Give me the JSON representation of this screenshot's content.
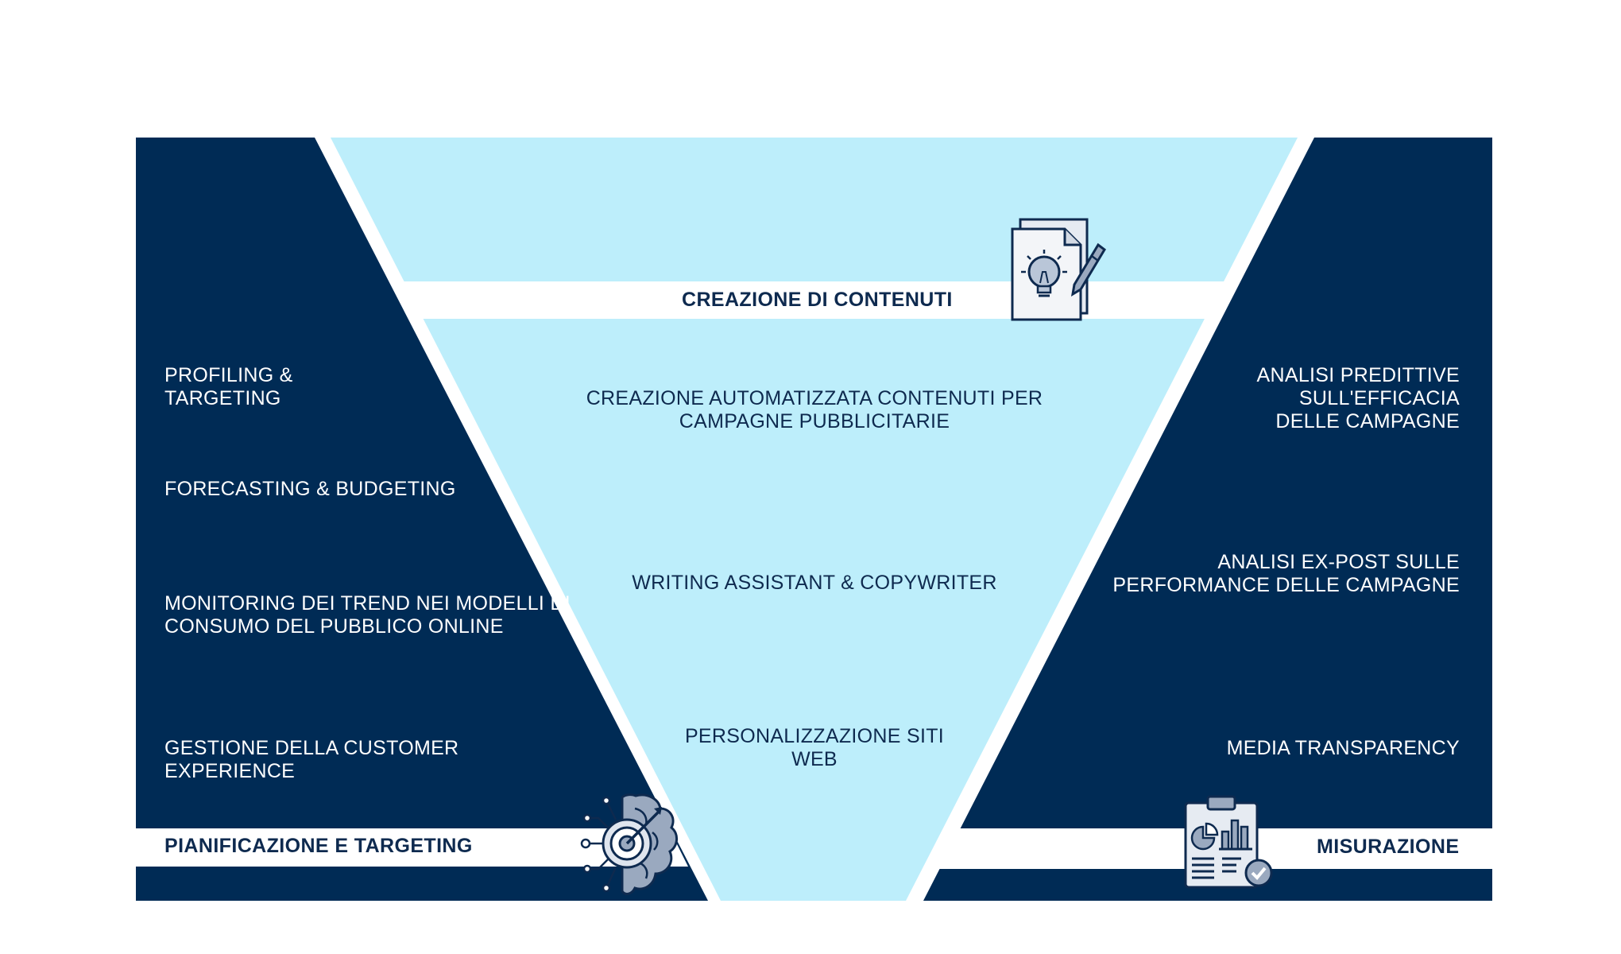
{
  "colors": {
    "navy": "#002b55",
    "light_blue": "#bdeefb",
    "white": "#ffffff",
    "text_navy": "#0e2a4f"
  },
  "sections": {
    "top": {
      "title": "CREAZIONE DI CONTENUTI",
      "icon": "lightbulb-document-pencil-icon",
      "items": [
        "CREAZIONE AUTOMATIZZATA CONTENUTI PER\nCAMPAGNE PUBBLICITARIE",
        "WRITING ASSISTANT & COPYWRITER",
        "PERSONALIZZAZIONE SITI\nWEB"
      ]
    },
    "left": {
      "title": "PIANIFICAZIONE E TARGETING",
      "icon": "brain-target-icon",
      "items": [
        "PROFILING &\nTARGETING",
        "FORECASTING & BUDGETING",
        "MONITORING DEI TREND NEI MODELLI DI\nCONSUMO DEL PUBBLICO ONLINE",
        "GESTIONE DELLA CUSTOMER\nEXPERIENCE"
      ]
    },
    "right": {
      "title": "MISURAZIONE",
      "icon": "clipboard-chart-check-icon",
      "items": [
        "ANALISI PREDITTIVE\nSULL'EFFICACIA\nDELLE CAMPAGNE",
        "ANALISI EX-POST SULLE\nPERFORMANCE DELLE CAMPAGNE",
        "MEDIA TRANSPARENCY"
      ]
    }
  }
}
